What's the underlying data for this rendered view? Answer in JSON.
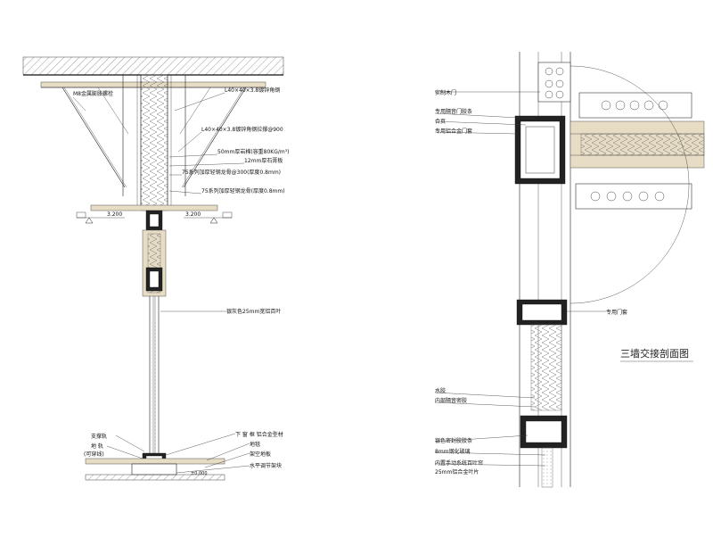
{
  "left_section": {
    "labels": {
      "expansion_bolt": "M8金属膨胀螺栓",
      "angle_steel": "L40×40×3.8镀锌角钢",
      "angle_brace": "L40×40×3.8镀锌角钢拉撑@900",
      "rock_wool": "50mm厚岩棉(容重80KG/m³)",
      "gypsum_board": "12mm厚石膏板",
      "keel_300": "75系列加厚轻钢龙骨@300(厚度0.8mm)",
      "keel": "75系列加厚轻钢龙骨(厚度0.8mm)",
      "louver": "银灰色25mm宽铝百叶",
      "support_rail": "支撑轨",
      "ground_rail": "地 轨",
      "ground_rail_note": "(可穿线)",
      "lower_frame": "下 窗 框 铝合金型材",
      "floor_tile": "地毯",
      "raised_floor": "架空地板",
      "leveling_block": "水平调节架块",
      "elev_left": "3.200",
      "elev_right": "3.200",
      "elev_floor": "±0.000"
    }
  },
  "right_section": {
    "title": "三墙交接剖面图",
    "labels": {
      "solid_wood_door": "实制木门",
      "door_seal": "专用隔音门胶条",
      "hinge": "合页",
      "alu_door_frame": "专用铝合金门套",
      "door_stop": "专用门套",
      "sealant": "水胶",
      "inner_sound_seal": "内部隔音密胶",
      "silver_seal": "银色密封胶胶条",
      "glass": "8mm钢化玻璃",
      "louver_inner": "内置手动系统百叶帘",
      "alu_leaf": "25mm铝合金叶片"
    }
  }
}
